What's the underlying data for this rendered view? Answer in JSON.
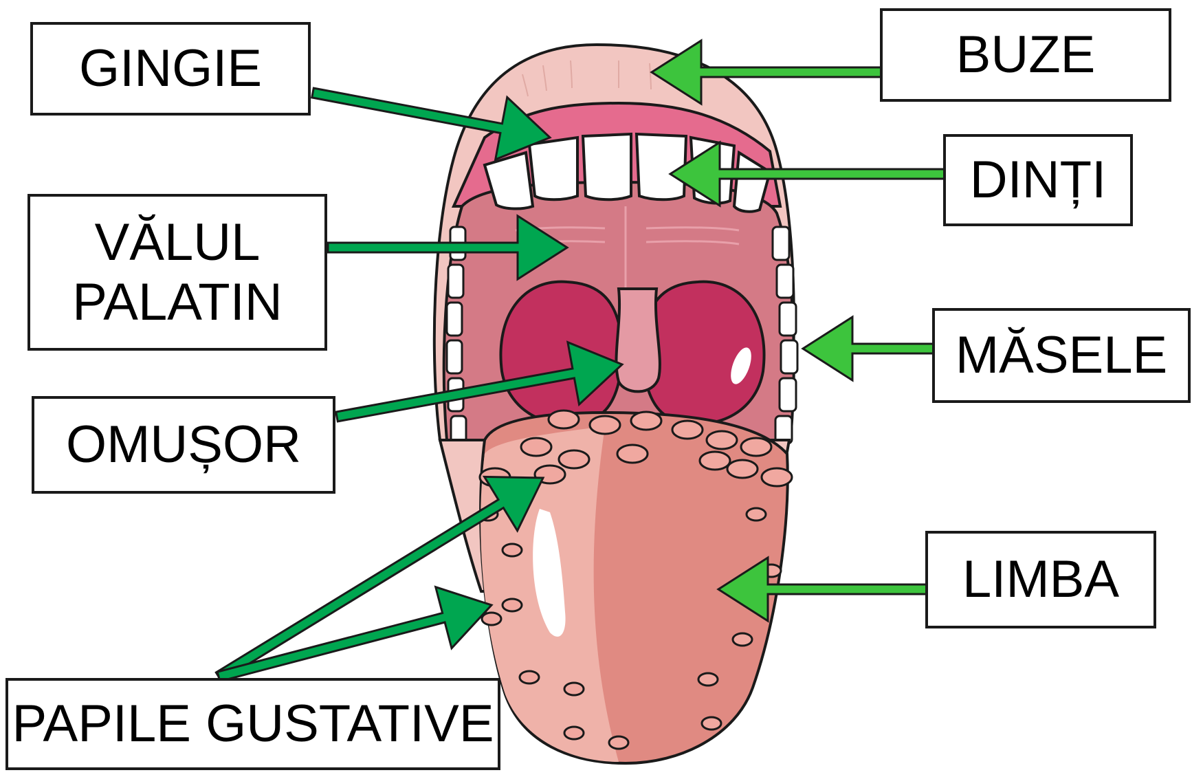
{
  "labels": {
    "gingie": "GINGIE",
    "buze": "BUZE",
    "dinti": "DINȚI",
    "valul_line1": "VĂLUL",
    "valul_line2": "PALATIN",
    "masele": "MĂSELE",
    "omusor": "OMUȘOR",
    "limba": "LIMBA",
    "papile": "PAPILE GUSTATIVE"
  },
  "colors": {
    "arrow": "#00a650",
    "arrow_light": "#3dc43d",
    "lip": "#f2c6c1",
    "gum": "#e56b8e",
    "tooth": "#ffffff",
    "mouth_interior": "#d47a86",
    "tonsil": "#c2305e",
    "uvula": "#e49aa4",
    "tongue": "#e08a82",
    "tongue_light": "#efb2a9",
    "outline": "#1a1a1a"
  }
}
